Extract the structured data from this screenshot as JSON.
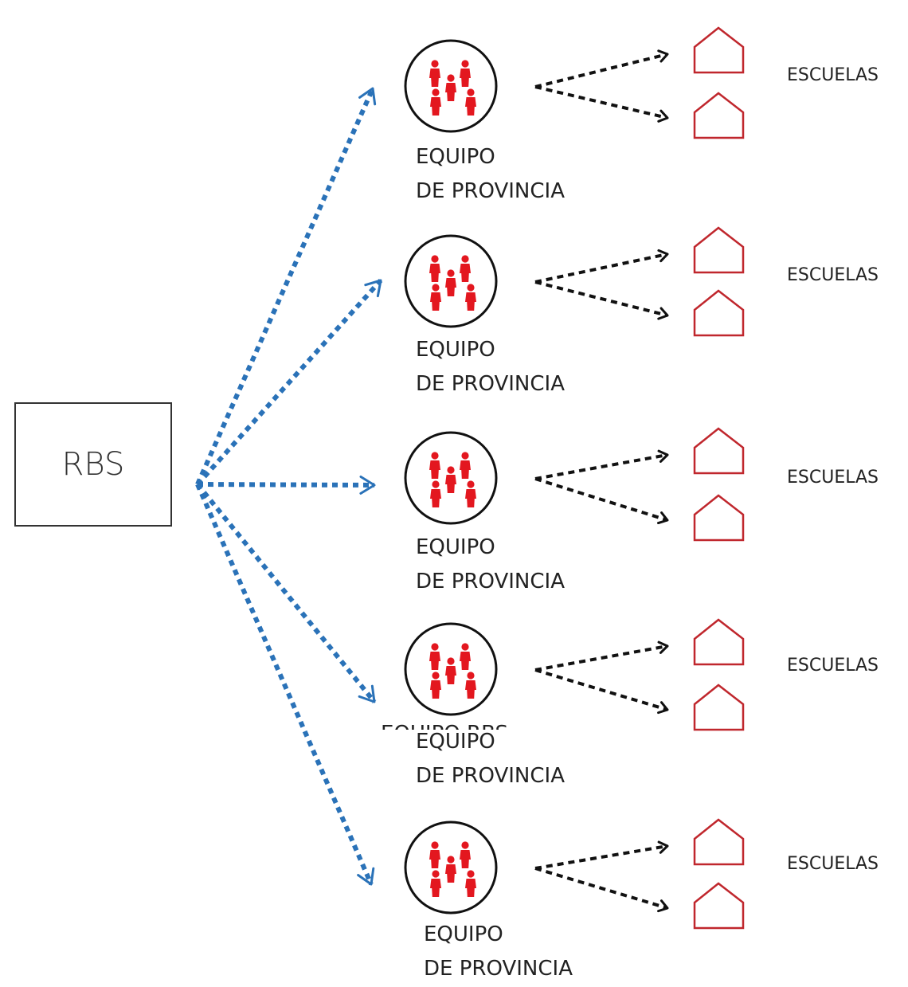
{
  "source_node": {
    "label": "RBS"
  },
  "teams": [
    {
      "line1": "EQUIPO",
      "line2": "DE PROVINCIA",
      "schools_label": "ESCUELAS"
    },
    {
      "line1": "EQUIPO",
      "line2": "DE PROVINCIA",
      "schools_label": "ESCUELAS"
    },
    {
      "line1": "EQUIPO",
      "line2": "DE PROVINCIA",
      "schools_label": "ESCUELAS"
    },
    {
      "line1": "EQUIPO",
      "line2": "DE PROVINCIA",
      "schools_label": "ESCUELAS"
    },
    {
      "line1": "EQUIPO",
      "line2": "DE PROVINCIA",
      "schools_label": "ESCUELAS"
    }
  ],
  "overlap_text": "EQUIPO RBS",
  "colors": {
    "blue_arrow": "#2a72b8",
    "black_arrow": "#111111",
    "people": "#e3171f",
    "house": "#c0272d"
  },
  "icons": {
    "team": "people-group-icon",
    "school": "house-icon"
  }
}
